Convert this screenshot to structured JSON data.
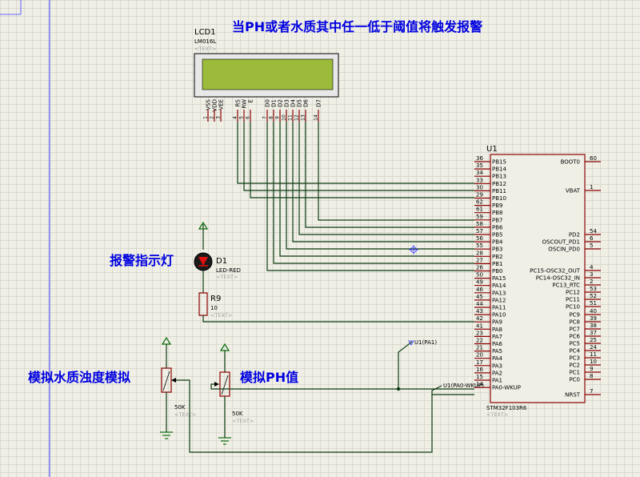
{
  "annotations": {
    "title": "当PH或者水质其中任一低于阈值将触发报警",
    "alarm_light": "报警指示灯",
    "turbidity_sim": "模拟水质浊度模拟",
    "ph_sim": "模拟PH值"
  },
  "lcd": {
    "ref": "LCD1",
    "part": "LM016L",
    "text": "<TEXT>",
    "screen_color": "#9cbb3a",
    "pin_names": [
      "VSS",
      "VDD",
      "VEE",
      "RS",
      "RW",
      "E",
      "D0",
      "D1",
      "D2",
      "D3",
      "D4",
      "D5",
      "D6",
      "D7"
    ],
    "pin_numbers": [
      "1",
      "2",
      "3",
      "4",
      "5",
      "6",
      "7",
      "8",
      "9",
      "10",
      "11",
      "12",
      "13",
      "14"
    ]
  },
  "mcu": {
    "ref": "U1",
    "part": "STM32F103R6",
    "text": "<TEXT>",
    "left_pins": [
      {
        "name": "PB15",
        "num": "36"
      },
      {
        "name": "PB14",
        "num": "35"
      },
      {
        "name": "PB13",
        "num": "34"
      },
      {
        "name": "PB12",
        "num": "33"
      },
      {
        "name": "PB11",
        "num": "30"
      },
      {
        "name": "PB10",
        "num": "29"
      },
      {
        "name": "PB9",
        "num": "62"
      },
      {
        "name": "PB8",
        "num": "61"
      },
      {
        "name": "PB7",
        "num": "59"
      },
      {
        "name": "PB6",
        "num": "58"
      },
      {
        "name": "PB5",
        "num": "57"
      },
      {
        "name": "PB4",
        "num": "56"
      },
      {
        "name": "PB3",
        "num": "55"
      },
      {
        "name": "PB2",
        "num": "28"
      },
      {
        "name": "PB1",
        "num": "27"
      },
      {
        "name": "PB0",
        "num": "26"
      },
      {
        "name": "PA15",
        "num": "50"
      },
      {
        "name": "PA14",
        "num": "49"
      },
      {
        "name": "PA13",
        "num": "46"
      },
      {
        "name": "PA12",
        "num": "45"
      },
      {
        "name": "PA11",
        "num": "44"
      },
      {
        "name": "PA10",
        "num": "43"
      },
      {
        "name": "PA9",
        "num": "42"
      },
      {
        "name": "PA8",
        "num": "41"
      },
      {
        "name": "PA7",
        "num": "23"
      },
      {
        "name": "PA6",
        "num": "22"
      },
      {
        "name": "PA5",
        "num": "21"
      },
      {
        "name": "PA4",
        "num": "20"
      },
      {
        "name": "PA3",
        "num": "17"
      },
      {
        "name": "PA2",
        "num": "16"
      },
      {
        "name": "PA1",
        "num": "15"
      },
      {
        "name": "PA0-WKUP",
        "num": "14"
      }
    ],
    "right_pins": [
      {
        "name": "BOOT0",
        "num": "60"
      },
      {
        "name": "VBAT",
        "num": "1"
      },
      {
        "name": "PD2",
        "num": "54"
      },
      {
        "name": "OSCOUT_PD1",
        "num": "6"
      },
      {
        "name": "OSCIN_PD0",
        "num": "5"
      },
      {
        "name": "PC15-OSC32_OUT",
        "num": "4"
      },
      {
        "name": "PC14-OSC32_IN",
        "num": "3"
      },
      {
        "name": "PC13_RTC",
        "num": "2"
      },
      {
        "name": "PC12",
        "num": "53"
      },
      {
        "name": "PC11",
        "num": "52"
      },
      {
        "name": "PC10",
        "num": "51"
      },
      {
        "name": "PC9",
        "num": "40"
      },
      {
        "name": "PC8",
        "num": "39"
      },
      {
        "name": "PC7",
        "num": "38"
      },
      {
        "name": "PC6",
        "num": "37"
      },
      {
        "name": "PC5",
        "num": "25"
      },
      {
        "name": "PC4",
        "num": "24"
      },
      {
        "name": "PC3",
        "num": "11"
      },
      {
        "name": "PC2",
        "num": "10"
      },
      {
        "name": "PC1",
        "num": "9"
      },
      {
        "name": "PC0",
        "num": "8"
      },
      {
        "name": "NRST",
        "num": "7"
      }
    ]
  },
  "led": {
    "ref": "D1",
    "part": "LED-RED",
    "text": "<TEXT>"
  },
  "resistor": {
    "ref": "R9",
    "value": "10",
    "text": "<TEXT>"
  },
  "pot1": {
    "value": "50K",
    "text": "<TEXT>"
  },
  "pot2": {
    "value": "50K",
    "text": "<TEXT>"
  },
  "probes": {
    "pa1": "U1(PA1)",
    "pa0": "U1(PA0-WKUP)"
  },
  "colors": {
    "wire": "#0d3b12",
    "body_outline": "#8b0000",
    "annotation": "#0000e0",
    "terminal": "#0a6a0a",
    "led_red": "#e01010"
  }
}
